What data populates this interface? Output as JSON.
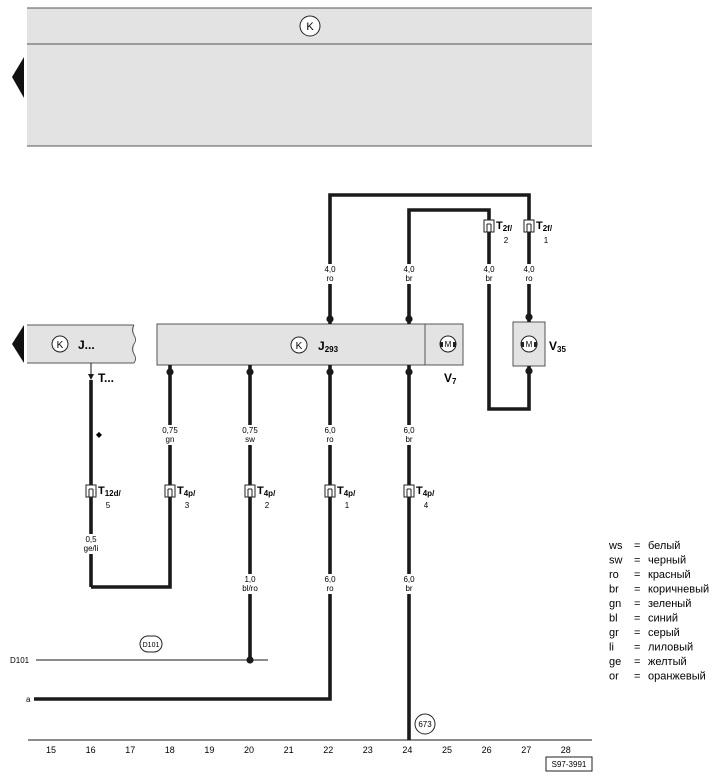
{
  "header": {
    "symbol": "K"
  },
  "components": {
    "left_unit": {
      "symbol": "K",
      "label": "J...",
      "connector": "T..."
    },
    "main_unit": {
      "symbol": "K",
      "label": "J",
      "sub": "293"
    },
    "motor_v7": {
      "symbol": "M",
      "label": "V",
      "sub": "7"
    },
    "motor_v35": {
      "symbol": "M",
      "label": "V",
      "sub": "35"
    }
  },
  "connectors": [
    {
      "name": "T",
      "sub": "2f/",
      "pin": "2"
    },
    {
      "name": "T",
      "sub": "2f/",
      "pin": "1"
    },
    {
      "name": "T",
      "sub": "12d/",
      "pin": "5"
    },
    {
      "name": "T",
      "sub": "4p/",
      "pin": "3"
    },
    {
      "name": "T",
      "sub": "4p/",
      "pin": "2"
    },
    {
      "name": "T",
      "sub": "4p/",
      "pin": "1"
    },
    {
      "name": "T",
      "sub": "4p/",
      "pin": "4"
    }
  ],
  "wire_labels": [
    {
      "size": "4,0",
      "color": "ro"
    },
    {
      "size": "4,0",
      "color": "br"
    },
    {
      "size": "4,0",
      "color": "br"
    },
    {
      "size": "4,0",
      "color": "ro"
    },
    {
      "size": "0,75",
      "color": "gn"
    },
    {
      "size": "0,75",
      "color": "sw"
    },
    {
      "size": "6,0",
      "color": "ro"
    },
    {
      "size": "6,0",
      "color": "br"
    },
    {
      "size": "0,5",
      "color": "ge/li"
    },
    {
      "size": "1,0",
      "color": "bl/ro"
    },
    {
      "size": "6,0",
      "color": "ro"
    },
    {
      "size": "6,0",
      "color": "br"
    }
  ],
  "diamond": "◆",
  "lines": {
    "d101_label": "D101",
    "a_label": "a"
  },
  "bubbles": {
    "d101": "D101",
    "ground": "673"
  },
  "axis_numbers": [
    "15",
    "16",
    "17",
    "18",
    "19",
    "20",
    "21",
    "22",
    "23",
    "24",
    "25",
    "26",
    "27",
    "28"
  ],
  "figure_code": "S97-3991",
  "legend": [
    {
      "code": "ws",
      "eq": "=",
      "name": "белый"
    },
    {
      "code": "sw",
      "eq": "=",
      "name": "черный"
    },
    {
      "code": "ro",
      "eq": "=",
      "name": "красный"
    },
    {
      "code": "br",
      "eq": "=",
      "name": "коричневый"
    },
    {
      "code": "gn",
      "eq": "=",
      "name": "зеленый"
    },
    {
      "code": "bl",
      "eq": "=",
      "name": "синий"
    },
    {
      "code": "gr",
      "eq": "=",
      "name": "серый"
    },
    {
      "code": "li",
      "eq": "=",
      "name": "лиловый"
    },
    {
      "code": "ge",
      "eq": "=",
      "name": "желтый"
    },
    {
      "code": "or",
      "eq": "=",
      "name": "оранжевый"
    }
  ]
}
